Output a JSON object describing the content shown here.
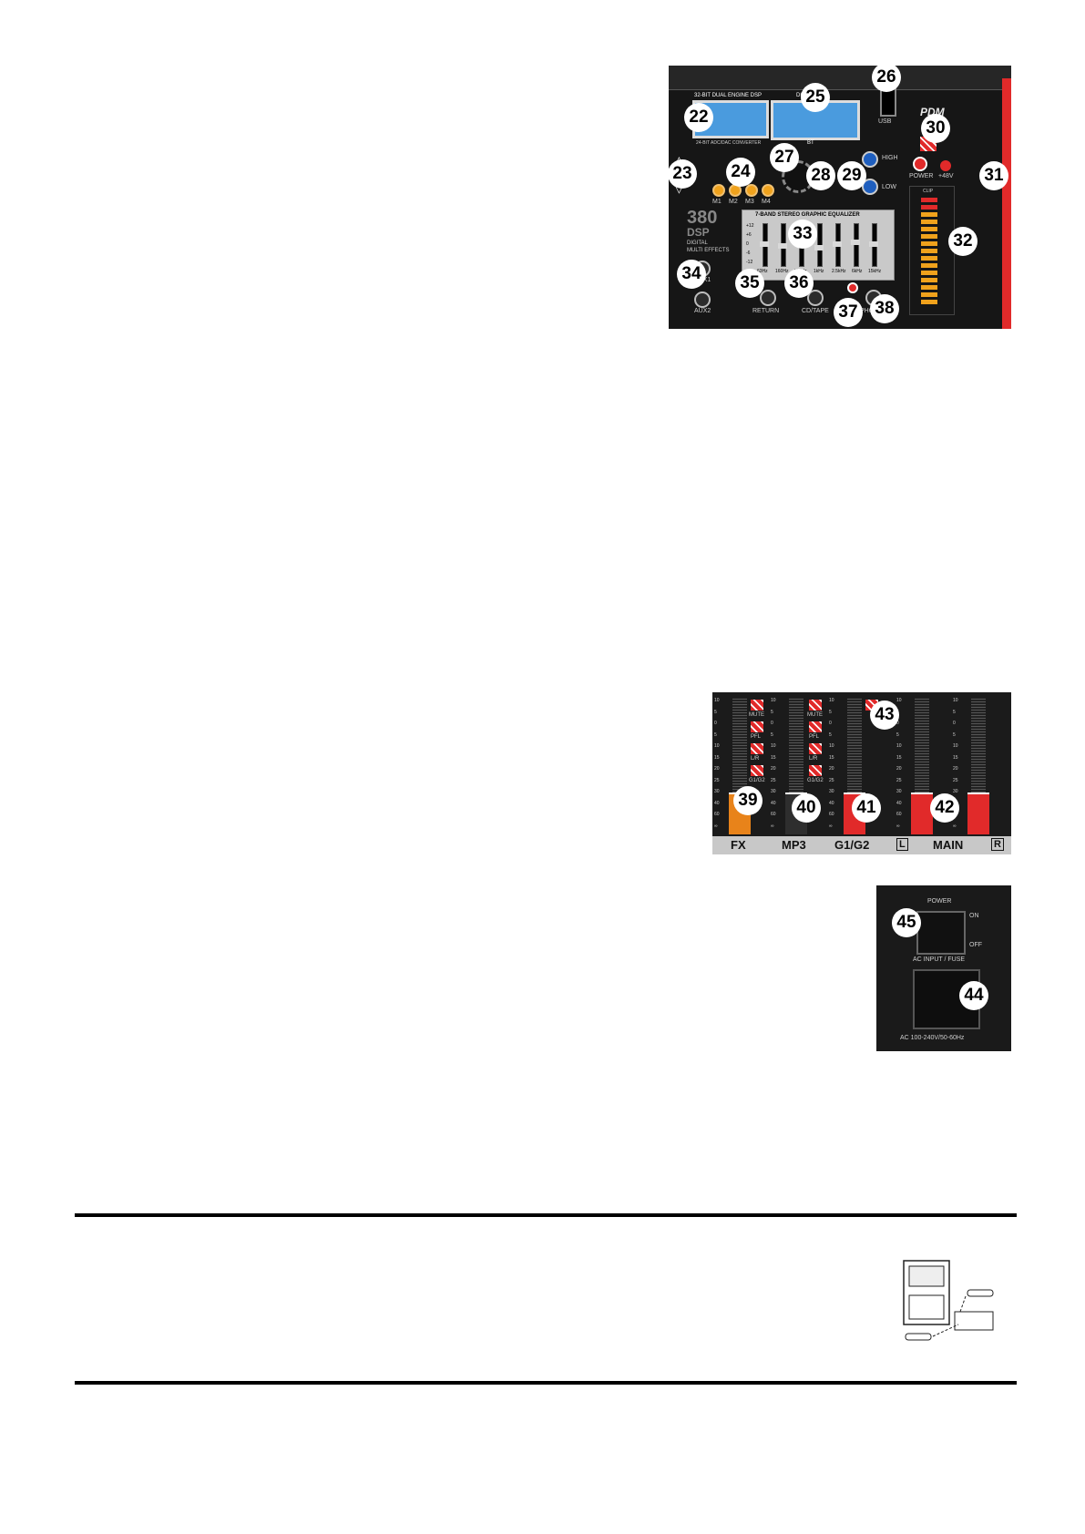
{
  "colors": {
    "panel_bg": "#161616",
    "lcd_blue": "#4a9bde",
    "accent_red": "#e12a2a",
    "meter_orange": "#f0a21c",
    "knob_blue": "#1f5fbf",
    "fx_fader_orange": "#e8831a"
  },
  "mixer_panel": {
    "dsp_header": "32-BIT DUAL ENGINE DSP",
    "converter_text": "24-BIT ADC/DAC CONVERTER",
    "digital_player_text": "DIGITAL",
    "bt_text": "BT",
    "usb_label": "USB",
    "brand_logo": "PDM",
    "power_label": "POWER",
    "phantom_label": "+48V",
    "clip_label": "CLIP",
    "memory_labels": [
      "M1",
      "M2",
      "M3",
      "M4"
    ],
    "high_label": "HIGH",
    "low_label": "LOW",
    "dsp_model": "380",
    "dsp_suffix": "DSP",
    "dsp_subtitle_1": "DIGITAL",
    "dsp_subtitle_2": "MULTI EFFECTS",
    "eq_title": "7-BAND STEREO GRAPHIC EQUALIZER",
    "eq_scale": [
      "+12",
      "+6",
      "0",
      "-6",
      "-12"
    ],
    "eq_bands": [
      "63Hz",
      "160Hz",
      "400Hz",
      "1kHz",
      "2.5kHz",
      "6kHz",
      "15kHz"
    ],
    "aux_labels": [
      "AUX1",
      "AUX2"
    ],
    "return_label": "RETURN",
    "cd_tape_label": "CD/TAPE",
    "phones_label": "PHONES",
    "callouts": [
      "22",
      "23",
      "24",
      "25",
      "26",
      "27",
      "28",
      "29",
      "30",
      "31",
      "32",
      "33",
      "34",
      "35",
      "36",
      "37",
      "38"
    ]
  },
  "fader_panel": {
    "button_labels": [
      "MUTE",
      "PFL",
      "L/R",
      "G1/G2"
    ],
    "scale": [
      "10",
      "5",
      "0",
      "5",
      "10",
      "15",
      "20",
      "25",
      "30",
      "40",
      "60",
      "∞"
    ],
    "channel_labels": {
      "fx": "FX",
      "mp3": "MP3",
      "group": "G1/G2",
      "main": "MAIN",
      "left": "L",
      "right": "R"
    },
    "callouts": [
      "39",
      "40",
      "41",
      "42",
      "43"
    ]
  },
  "rear_panel": {
    "power_label": "POWER",
    "on_label": "ON",
    "off_label": "OFF",
    "ac_input_label": "AC INPUT / FUSE",
    "voltage_label": "AC 100-240V/50-60Hz",
    "callouts": [
      "44",
      "45"
    ]
  }
}
